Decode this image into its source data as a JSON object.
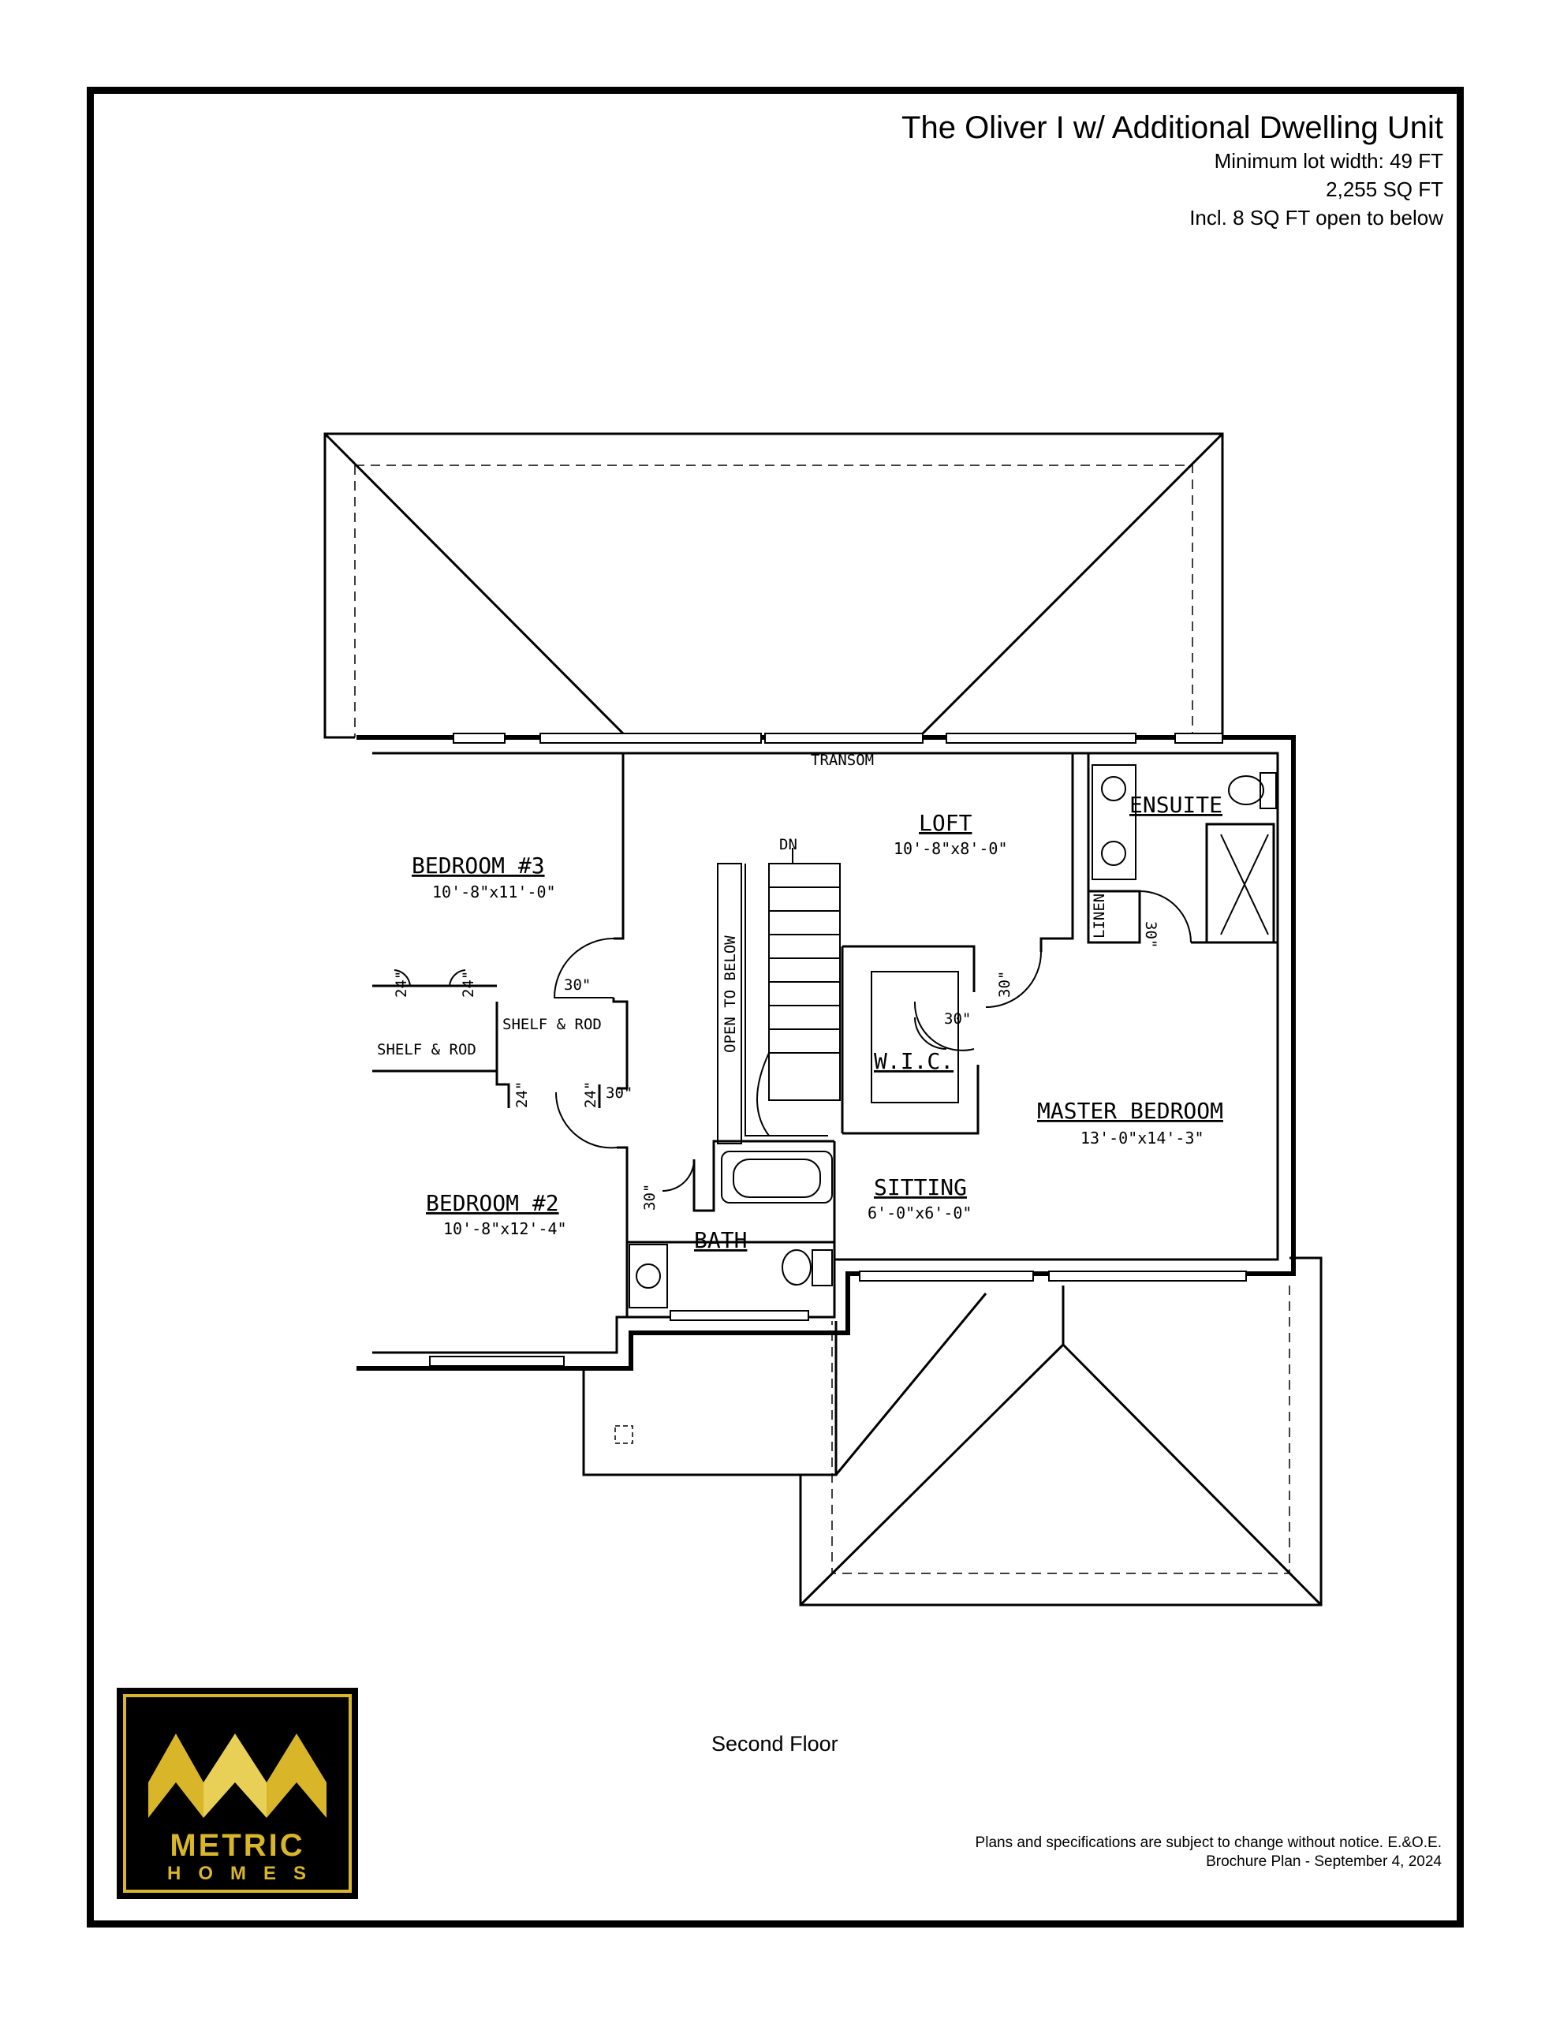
{
  "header": {
    "title": "The Oliver I w/ Additional Dwelling Unit",
    "lot_width": "Minimum lot width: 49 FT",
    "area": "2,255 SQ FT",
    "open_below": "Incl. 8 SQ FT open to below"
  },
  "rooms": {
    "bedroom3": {
      "label": "BEDROOM #3",
      "dims": "10'-8\"x11'-0\""
    },
    "bedroom2": {
      "label": "BEDROOM #2",
      "dims": "10'-8\"x12'-4\""
    },
    "loft": {
      "label": "LOFT",
      "dims": "10'-8\"x8'-0\""
    },
    "ensuite": {
      "label": "ENSUITE"
    },
    "master": {
      "label": "MASTER BEDROOM",
      "dims": "13'-0\"x14'-3\""
    },
    "sitting": {
      "label": "SITTING",
      "dims": "6'-0\"x6'-0\""
    },
    "wic": {
      "label": "W.I.C."
    },
    "bath": {
      "label": "BATH"
    }
  },
  "notes": {
    "transom": "TRANSOM",
    "dn": "DN",
    "open_to_below": "OPEN TO BELOW",
    "linen": "LINEN",
    "shelf_rod_1": "SHELF & ROD",
    "shelf_rod_2": "SHELF & ROD",
    "d24a": "24\"",
    "d24b": "24\"",
    "d24c": "24\"",
    "d24d": "24\"",
    "d30a": "30\"",
    "d30b": "30\"",
    "d30c": "30\"",
    "d30d": "30\"",
    "d30e": "30\"",
    "d30f": "30\""
  },
  "floor_label": "Second Floor",
  "footer": {
    "line1": "Plans and specifications are subject to change without notice. E.&O.E.",
    "line2": "Brochure Plan - September 4, 2024"
  },
  "logo": {
    "word1": "METRIC",
    "word2": "HOMES",
    "color": "#d9b52a"
  }
}
